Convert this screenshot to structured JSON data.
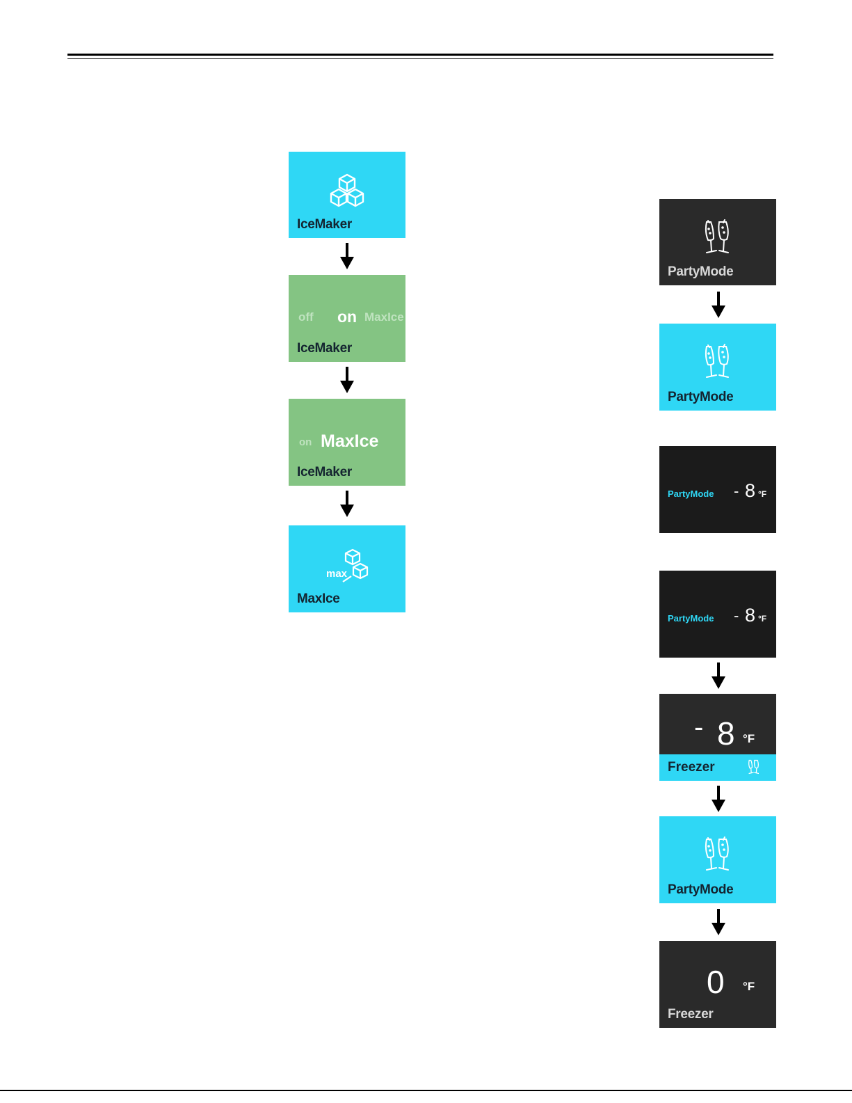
{
  "icemaker_flow": {
    "screen1": {
      "label": "IceMaker",
      "icon": "ice-cubes-icon"
    },
    "screen2": {
      "label": "IceMaker",
      "opt_left": "off",
      "opt_center": "on",
      "opt_right": "MaxIce"
    },
    "screen3": {
      "label": "IceMaker",
      "opt_left": "on",
      "opt_center": "MaxIce"
    },
    "screen4": {
      "label": "MaxIce",
      "icon": "max-ice-icon",
      "icon_text": "max"
    }
  },
  "partymode_flow": {
    "screen1": {
      "label": "PartyMode",
      "icon": "champagne-glasses-icon"
    },
    "screen2": {
      "label": "PartyMode",
      "icon": "champagne-glasses-icon"
    },
    "screen3": {
      "label": "PartyMode",
      "sign": "-",
      "value": "8",
      "unit": "°F"
    },
    "screen4": {
      "label": "PartyMode",
      "sign": "-",
      "value": "8",
      "unit": "°F"
    },
    "screen5": {
      "label": "Freezer",
      "sign": "-",
      "value": "8",
      "unit": "°F",
      "icon": "champagne-glasses-icon"
    },
    "screen6": {
      "label": "PartyMode",
      "icon": "champagne-glasses-icon"
    },
    "screen7": {
      "label": "Freezer",
      "value": "0",
      "unit": "°F"
    }
  },
  "colors": {
    "cyan": "#2fd7f5",
    "green": "#84c483",
    "dark": "#2a2a2a",
    "black": "#1b1b1b"
  }
}
